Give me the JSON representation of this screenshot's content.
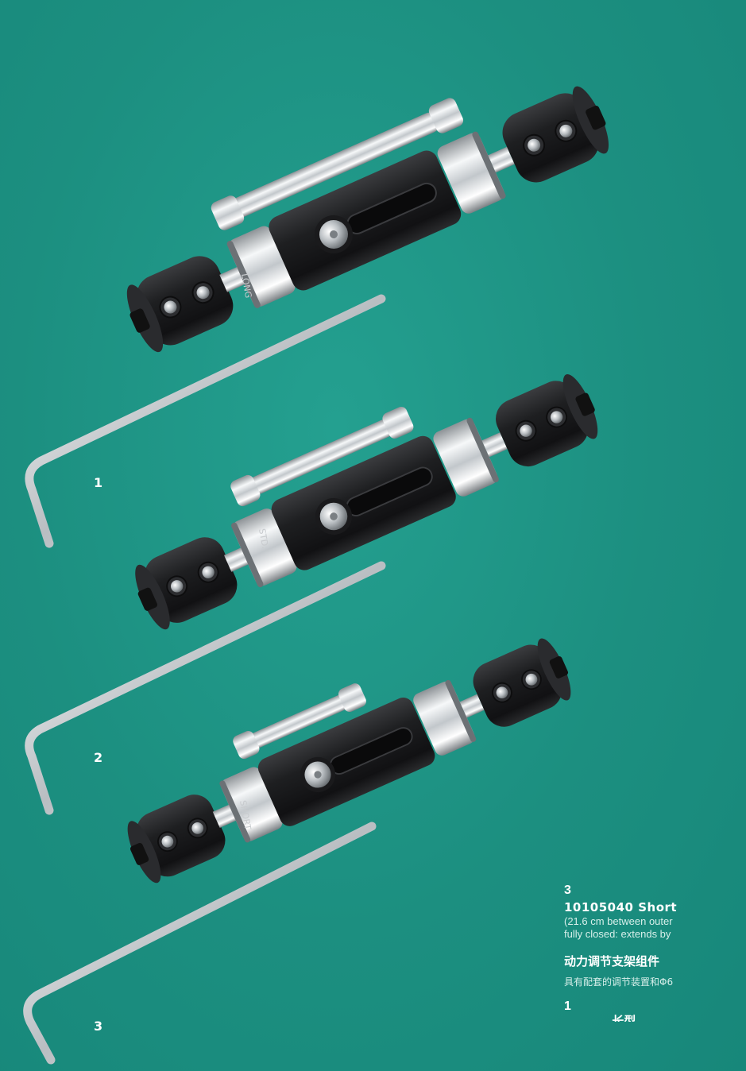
{
  "catalog": {
    "item_labels": [
      "1",
      "2",
      "3"
    ],
    "engravings": [
      "LONG",
      "STD.",
      "SHORT"
    ],
    "text": {
      "number": "3",
      "title": "10105040  Short",
      "desc_line1": "(21.6 cm between outer",
      "desc_line2": "fully closed: extends by",
      "cn_title": "动力调节支架组件",
      "cn_desc": "具有配套的调节装置和Φ6",
      "number2": "1",
      "cut_line": "ㅤㅤㅤㅤ 长型"
    }
  },
  "colors": {
    "background": "#1f9384",
    "body_black": "#1c1c1e",
    "chrome": "#d9dde0",
    "text": "#ffffff"
  }
}
